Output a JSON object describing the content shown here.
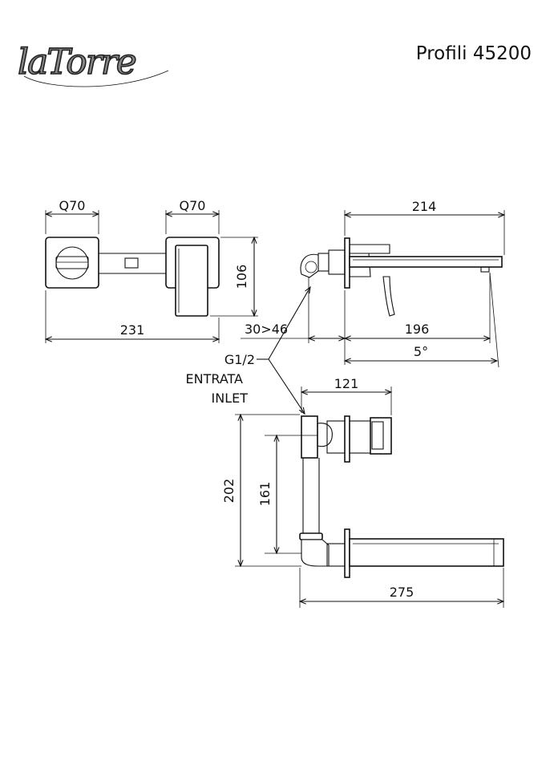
{
  "header": {
    "brand": "laTorre",
    "model": "Profili 45200"
  },
  "dimensions": {
    "q70_left": "Q70",
    "q70_right": "Q70",
    "height_106": "106",
    "width_231": "231",
    "spout_214": "214",
    "wall_30_46": "30>46",
    "depth_196": "196",
    "angle_5": "5°",
    "body_121": "121",
    "height_202": "202",
    "height_161": "161",
    "length_275": "275"
  },
  "callout": {
    "thread": "G1/2",
    "entrata": "ENTRATA",
    "inlet": "INLET"
  }
}
